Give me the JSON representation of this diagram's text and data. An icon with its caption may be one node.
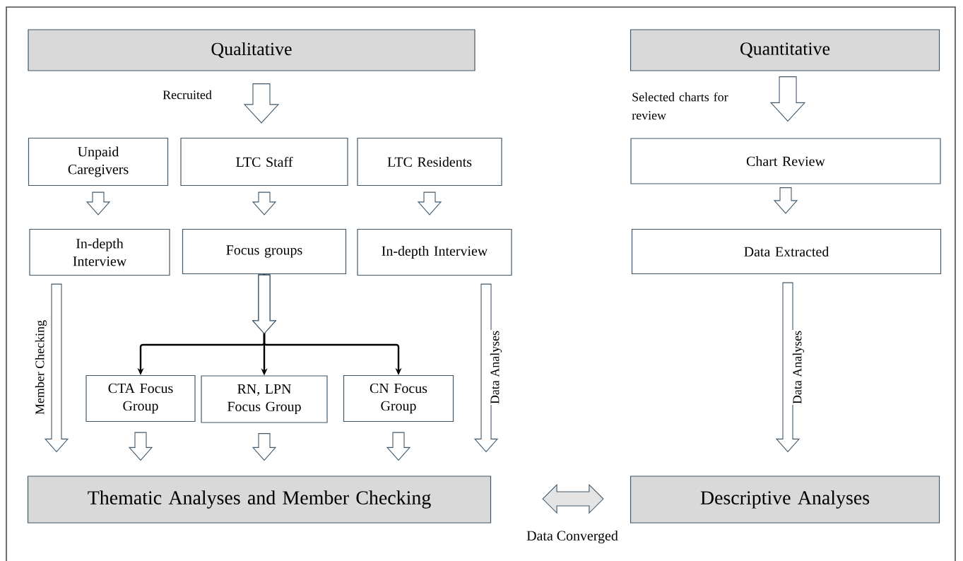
{
  "diagram": {
    "nodes": [
      {
        "text": [
          "Qualitative"
        ]
      },
      {
        "text": [
          "Quantitative"
        ]
      },
      {
        "text": [
          "Unpaid Caregivers"
        ]
      },
      {
        "text": [
          "LTC Staff"
        ]
      },
      {
        "text": [
          "LTC Residents"
        ]
      },
      {
        "text": [
          "Chart Review"
        ]
      },
      {
        "text": [
          "In-depth Interview"
        ]
      },
      {
        "text": [
          "Focus groups"
        ]
      },
      {
        "text": [
          "In-depth Interview"
        ]
      },
      {
        "text": [
          "Data Extracted"
        ]
      },
      {
        "text": [
          "CTA Focus Group"
        ]
      },
      {
        "text": [
          "RN, LPN Focus Group"
        ]
      },
      {
        "text": [
          "CN Focus Group"
        ]
      },
      {
        "text": [
          "Thematic  Analyses and Member Checking"
        ]
      },
      {
        "text": [
          "Descriptive Analyses"
        ]
      }
    ],
    "edges": [
      {
        "from": 0,
        "to": 3,
        "arrow": "to",
        "label": "Recruited"
      },
      {
        "from": 1,
        "to": 5,
        "arrow": "to",
        "label": "Selected charts for review"
      },
      {
        "from": 2,
        "to": 6,
        "arrow": "to"
      },
      {
        "from": 3,
        "to": 7,
        "arrow": "to"
      },
      {
        "from": 4,
        "to": 8,
        "arrow": "to"
      },
      {
        "from": 5,
        "to": 9,
        "arrow": "to"
      },
      {
        "from": 7,
        "to": 10,
        "arrow": "to"
      },
      {
        "from": 7,
        "to": 11,
        "arrow": "to"
      },
      {
        "from": 7,
        "to": 12,
        "arrow": "to"
      },
      {
        "from": 6,
        "to": 13,
        "arrow": "to",
        "label": "Member Checking"
      },
      {
        "from": 10,
        "to": 13,
        "arrow": "to"
      },
      {
        "from": 11,
        "to": 13,
        "arrow": "to"
      },
      {
        "from": 12,
        "to": 13,
        "arrow": "to"
      },
      {
        "from": 8,
        "to": 13,
        "arrow": "to",
        "label": "Data Analyses"
      },
      {
        "from": 9,
        "to": 14,
        "arrow": "to",
        "label": "Data Analyses"
      },
      {
        "from": 13,
        "to": 14,
        "arrow": "both",
        "label": "Data Converged"
      }
    ]
  }
}
